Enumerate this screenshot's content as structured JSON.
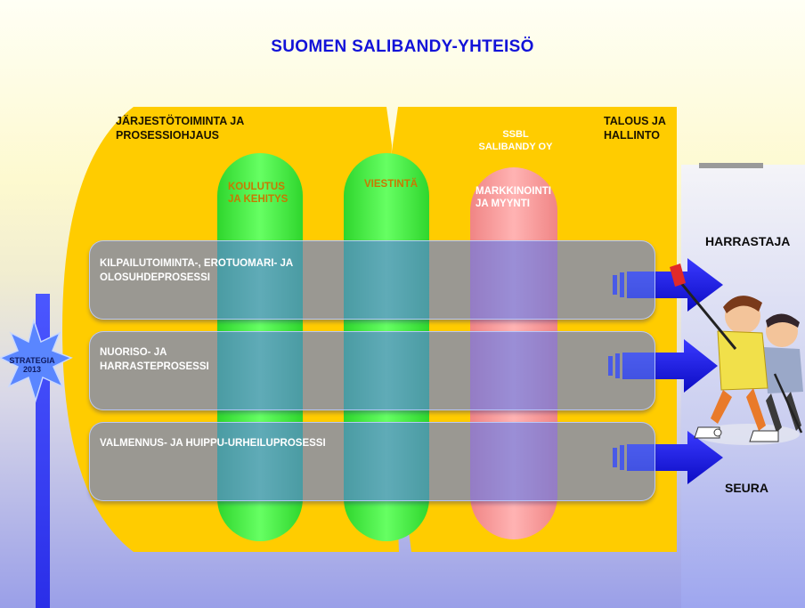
{
  "title": "SUOMEN SALIBANDY-YHTEISÖ",
  "left_section": [
    "JÄRJESTÖTOIMINTA JA",
    "PROSESSIOHJAUS"
  ],
  "right_section": [
    "TALOUS JA",
    "HALLINTO"
  ],
  "company": [
    "SSBL",
    "SALIBANDY OY"
  ],
  "pillars": [
    {
      "lines": [
        "KOULUTUS",
        "JA KEHITYS"
      ],
      "color": "#4cf04a",
      "text_color": "#c87800"
    },
    {
      "lines": [
        "VIESTINTÄ"
      ],
      "color": "#4cf04a",
      "text_color": "#c87800"
    },
    {
      "lines": [
        "MARKKINOINTI",
        "JA MYYNTI"
      ],
      "color": "#ffa0a0",
      "text_color": "#ffffff"
    }
  ],
  "processes": [
    {
      "lines": [
        "KILPAILUTOIMINTA-, EROTUOMARI- JA",
        "OLOSUHDEPROSESSI"
      ]
    },
    {
      "lines": [
        "NUORISO- JA",
        "HARRASTEPROSESSI"
      ]
    },
    {
      "lines": [
        "VALMENNUS- JA HUIPPU-URHEILUPROSESSI"
      ]
    }
  ],
  "strategy": [
    "STRATEGIA",
    "2013"
  ],
  "outputs": {
    "top": "HARRASTAJA",
    "bottom": "SEURA"
  },
  "colors": {
    "container": "#ffcc00",
    "band": "#5c78eb",
    "title": "#1212d8",
    "arrow": "#1e1ee6"
  },
  "illustration": "floorball-players-cartoon"
}
